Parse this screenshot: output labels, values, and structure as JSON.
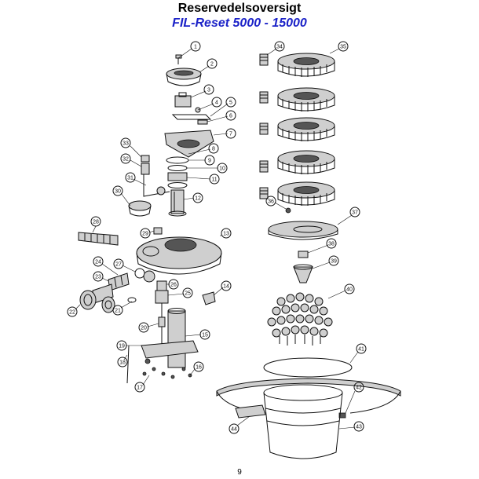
{
  "header": {
    "title": "Reservedelsoversigt",
    "subtitle": "FIL-Reset 5000 - 15000"
  },
  "footer": {
    "page_number": "9"
  },
  "callouts": [
    "1",
    "2",
    "3",
    "4",
    "5",
    "6",
    "7",
    "8",
    "9",
    "10",
    "11",
    "12",
    "13",
    "14",
    "15",
    "16",
    "17",
    "18",
    "19",
    "20",
    "21",
    "22",
    "23",
    "24",
    "25",
    "26",
    "27",
    "28",
    "29",
    "30",
    "31",
    "32",
    "33",
    "34",
    "35",
    "36",
    "37",
    "38",
    "39",
    "40",
    "41",
    "42",
    "43",
    "44"
  ]
}
